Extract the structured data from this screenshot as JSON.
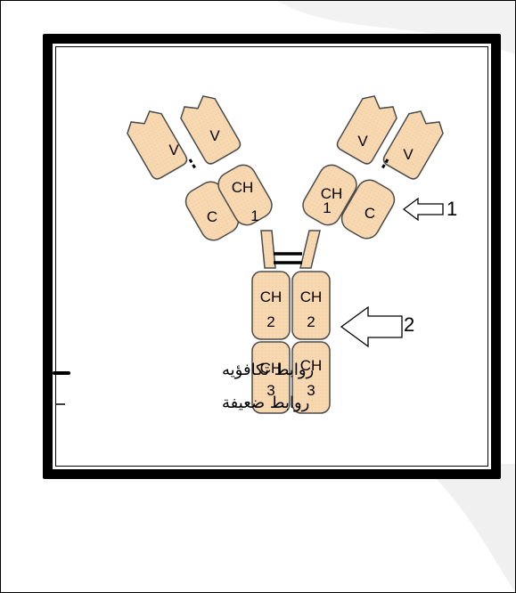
{
  "domains": {
    "heavy_variable": "V",
    "light_variable": "V",
    "light_constant": "C",
    "ch1_top": "CH",
    "ch1_num": "1",
    "ch2_top": "CH",
    "ch2_num": "2",
    "ch3_top": "CH",
    "ch3_num": "3"
  },
  "callouts": {
    "arrow_1": "1",
    "arrow_2": "2"
  },
  "legend": {
    "covalent_bonds": "روابط تكافؤيه",
    "weak_bonds": "روابط ضعيفة"
  },
  "colors": {
    "domain_fill": "#f7d8b0",
    "domain_stroke": "#4a4a4a",
    "frame": "#000000"
  }
}
